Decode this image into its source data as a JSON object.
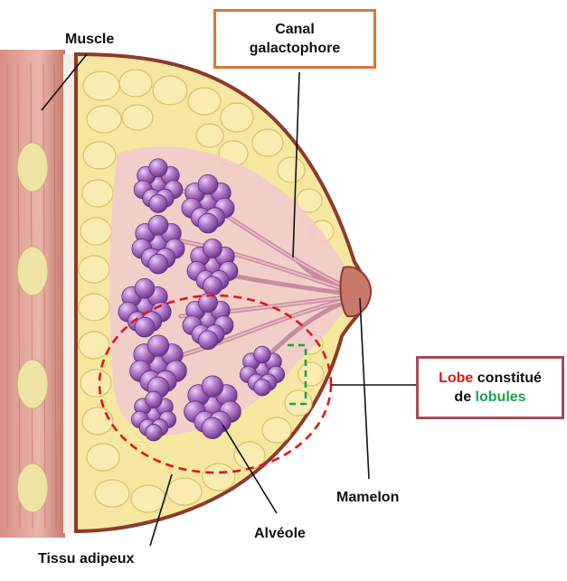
{
  "labels": {
    "muscle": "Muscle",
    "canal_line1": "Canal",
    "canal_line2": "galactophore",
    "lobe_word": "Lobe",
    "lobe_rest1": " constitué",
    "lobe_de": "de ",
    "lobe_lobules": "lobules",
    "mamelon": "Mamelon",
    "alveole": "Alvéole",
    "tissu": "Tissu adipeux"
  },
  "colors": {
    "canal_box_border": "#d87a33",
    "lobe_box_border": "#a94b58",
    "lobe_highlight": "#e0161a",
    "lobules_highlight": "#18a54a",
    "dashed_ellipse": "#e0161a",
    "lobule_bracket": "#18a54a",
    "skin_outline": "#8c3b2c",
    "fat": "#f6e7a0",
    "muscle": "#e3a79e",
    "gland_tissue": "#f1c9cf",
    "alveoli": "#a967c4"
  }
}
